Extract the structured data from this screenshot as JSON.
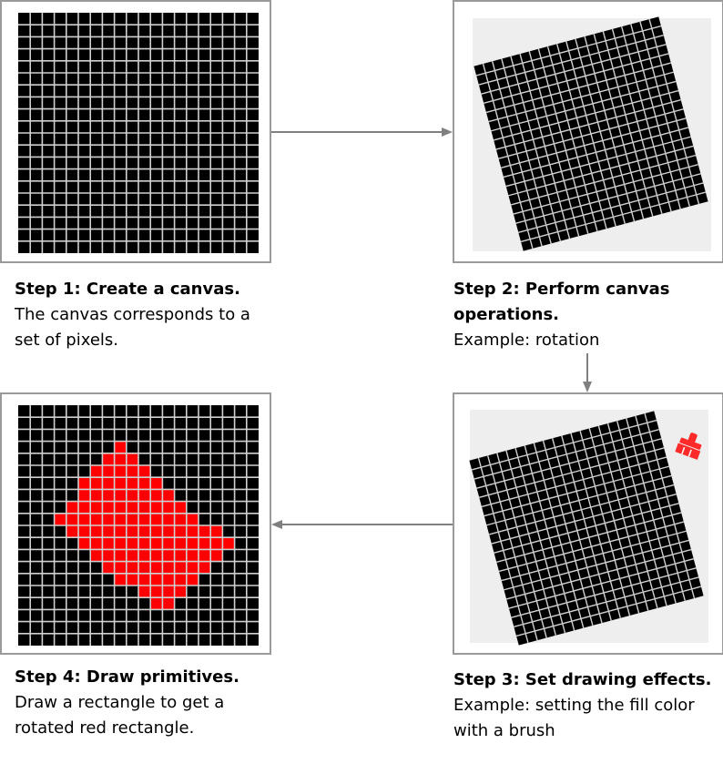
{
  "steps": [
    {
      "title": "Step 1: Create a canvas.",
      "description": "The canvas corresponds to a set of pixels."
    },
    {
      "title": "Step 2: Perform canvas operations.",
      "description": "Example: rotation"
    },
    {
      "title": "Step 3: Set drawing effects.",
      "description": "Example: setting the fill color with a brush"
    },
    {
      "title": "Step 4: Draw primitives.",
      "description": "Draw a rectangle to get a rotated red rectangle."
    }
  ],
  "icons": {
    "brush": "brush-icon"
  },
  "colors": {
    "canvas": "#000000",
    "grid": "#d0d0d0",
    "fill": "#ff0000",
    "rotated_bg": "#eeeeee",
    "arrow": "#808080"
  }
}
